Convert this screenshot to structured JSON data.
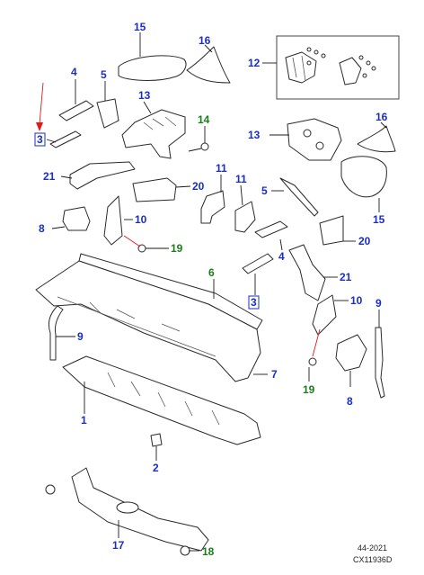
{
  "diagram": {
    "callouts": {
      "c15a": "15",
      "c16a": "16",
      "c12": "12",
      "c4a": "4",
      "c5a": "5",
      "c13a": "13",
      "c14": "14",
      "c3a": "3",
      "c21a": "21",
      "c20a": "20",
      "c11a": "11",
      "c11b": "11",
      "c8a": "8",
      "c10a": "10",
      "c19a": "19",
      "c6": "6",
      "c9a": "9",
      "c7": "7",
      "c1": "1",
      "c2": "2",
      "c17": "17",
      "c18": "18",
      "c13b": "13",
      "c16b": "16",
      "c15b": "15",
      "c5b": "5",
      "c20b": "20",
      "c4b": "4",
      "c3b": "3",
      "c21b": "21",
      "c10b": "10",
      "c9b": "9",
      "c19b": "19",
      "c8b": "8"
    },
    "colors": {
      "callout_blue": "#1a2ec4",
      "callout_green": "#1a7f1a",
      "highlight_arrow": "#e0191d",
      "line": "#2a2a2a"
    },
    "footer": {
      "date": "44-2021",
      "code": "CX11936D"
    }
  }
}
